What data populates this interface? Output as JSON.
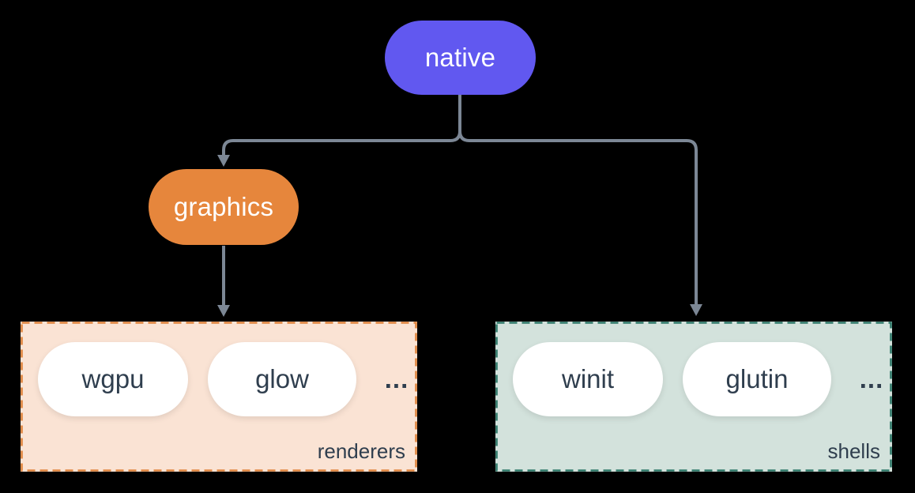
{
  "colors": {
    "background": "#000000",
    "connector": "#7c8795",
    "native_bg": "#6158f0",
    "graphics_bg": "#e6863c",
    "renderers_bg": "#fae3d4",
    "renderers_border": "#df853f",
    "shells_bg": "#d3e2dc",
    "shells_border": "#30796a",
    "pill_bg": "#ffffff",
    "pill_text": "#2f3e4e",
    "node_text": "#ffffff"
  },
  "diagram": {
    "root": {
      "label": "native"
    },
    "graphics": {
      "label": "graphics"
    },
    "renderers_group": {
      "label": "renderers",
      "items": [
        "wgpu",
        "glow"
      ],
      "ellipsis": "..."
    },
    "shells_group": {
      "label": "shells",
      "items": [
        "winit",
        "glutin"
      ],
      "ellipsis": "..."
    }
  }
}
